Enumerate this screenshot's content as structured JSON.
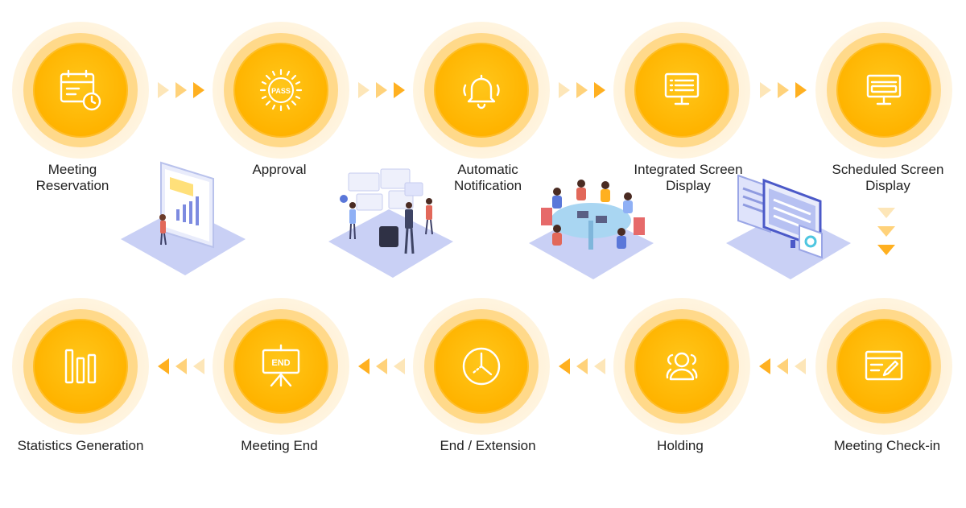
{
  "steps": [
    {
      "label": "Meeting\nReservation",
      "icon": "calendar-clock-icon"
    },
    {
      "label": "Approval",
      "icon": "pass-stamp-icon"
    },
    {
      "label": "Automatic\nNotification",
      "icon": "bell-icon"
    },
    {
      "label": "Integrated Screen\nDisplay",
      "icon": "monitor-list-icon"
    },
    {
      "label": "Scheduled Screen\nDisplay",
      "icon": "monitor-schedule-icon"
    },
    {
      "label": "Meeting Check-in",
      "icon": "checkin-form-icon"
    },
    {
      "label": "Holding",
      "icon": "people-group-icon"
    },
    {
      "label": "End / Extension",
      "icon": "clock-icon"
    },
    {
      "label": "Meeting End",
      "icon": "end-board-icon"
    },
    {
      "label": "Statistics Generation",
      "icon": "bar-chart-icon"
    }
  ],
  "stamp_text": "PASS",
  "board_text": "END",
  "colors": {
    "disc": "#ffb400",
    "ring": "#ffd98a",
    "arrow": "#ffb020",
    "platform": "#c9d0f5"
  }
}
